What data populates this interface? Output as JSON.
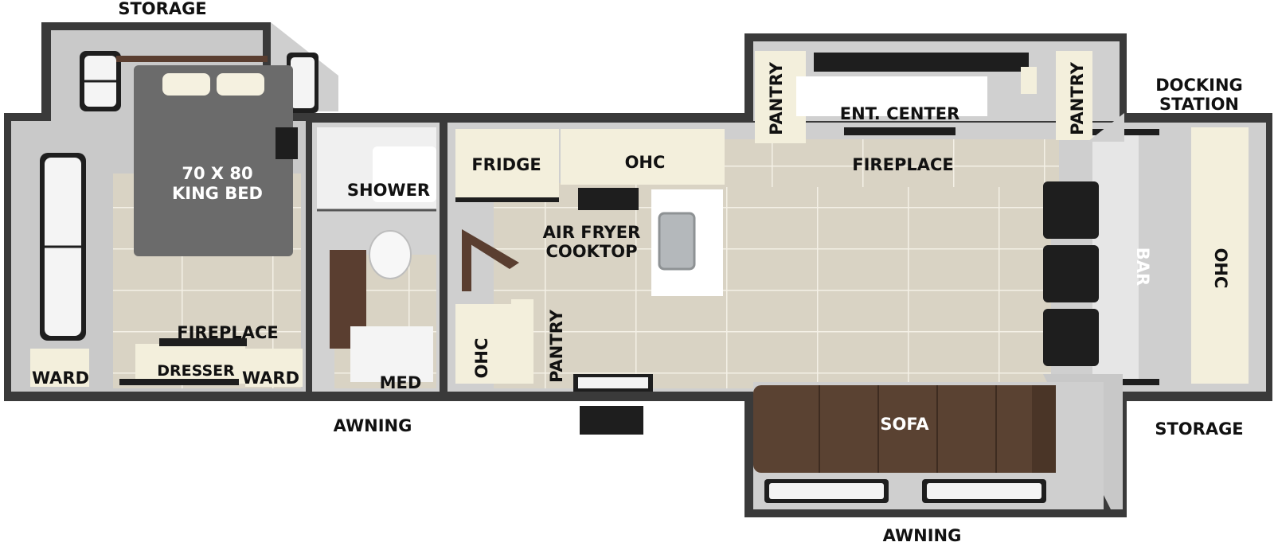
{
  "floorplan": {
    "labels": {
      "storage_top": "STORAGE",
      "bed": "70 X 80",
      "bed_line2": "KING BED",
      "fireplace_bedroom": "FIREPLACE",
      "ward_left": "WARD",
      "dresser": "DRESSER",
      "ward_right": "WARD",
      "shower": "SHOWER",
      "med": "MED",
      "awning_left": "AWNING",
      "fridge": "FRIDGE",
      "ohc_kitchen": "OHC",
      "air_fryer": "AIR FRYER",
      "cooktop": "COOKTOP",
      "ohc_lower": "OHC",
      "pantry_lower": "PANTRY",
      "pantry_top_left": "PANTRY",
      "ent_center": "ENT. CENTER",
      "fireplace_living": "FIREPLACE",
      "pantry_top_right": "PANTRY",
      "docking": "DOCKING",
      "docking_line2": "STATION",
      "bar": "BAR",
      "ohc_right": "OHC",
      "storage_right": "STORAGE",
      "sofa": "SOFA",
      "awning_bottom": "AWNING"
    },
    "colors": {
      "wall": "#3a3a3a",
      "floor_tile": "#d9d3c4",
      "tile_line": "#f4f0e6",
      "cabinet": "#f3efdc",
      "bed": "#6b6b6b",
      "sofa": "#5a4232",
      "appliance": "#1e1e1e",
      "wood": "#5a3e30",
      "slide_grey": "#c9c9c9",
      "counter": "#ececec"
    }
  }
}
